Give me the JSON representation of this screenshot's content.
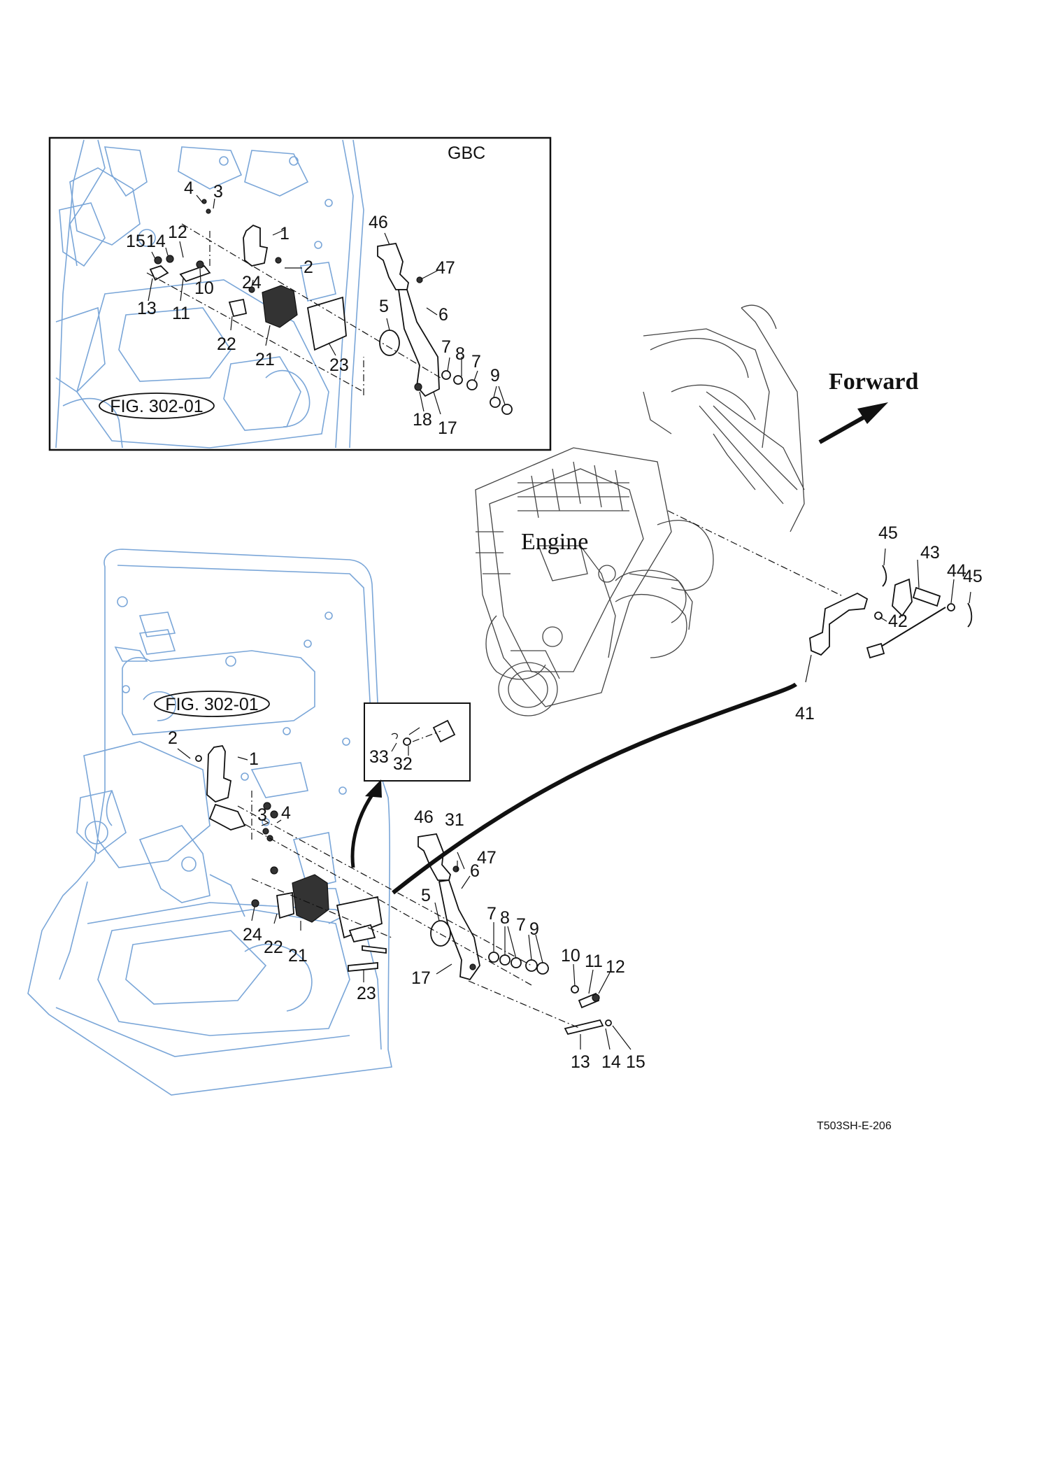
{
  "inset": {
    "title": "GBC",
    "fig_ref": "FIG. 302-01",
    "callouts": [
      "1",
      "2",
      "3",
      "4",
      "5",
      "6",
      "7",
      "8",
      "7",
      "9",
      "10",
      "11",
      "12",
      "13",
      "14",
      "15",
      "17",
      "18",
      "21",
      "22",
      "23",
      "24",
      "46",
      "47"
    ]
  },
  "main": {
    "fig_ref": "FIG. 302-01",
    "engine_label": "Engine",
    "forward_label": "Forward",
    "callouts": [
      "1",
      "2",
      "3",
      "4",
      "5",
      "6",
      "7",
      "8",
      "7",
      "9",
      "10",
      "11",
      "12",
      "13",
      "14",
      "15",
      "17",
      "21",
      "22",
      "23",
      "24",
      "31",
      "46",
      "47",
      "41",
      "42",
      "43",
      "44",
      "45",
      "45"
    ],
    "detail_callouts": [
      "33",
      "32"
    ]
  },
  "drawing_code": "T503SH-E-206"
}
